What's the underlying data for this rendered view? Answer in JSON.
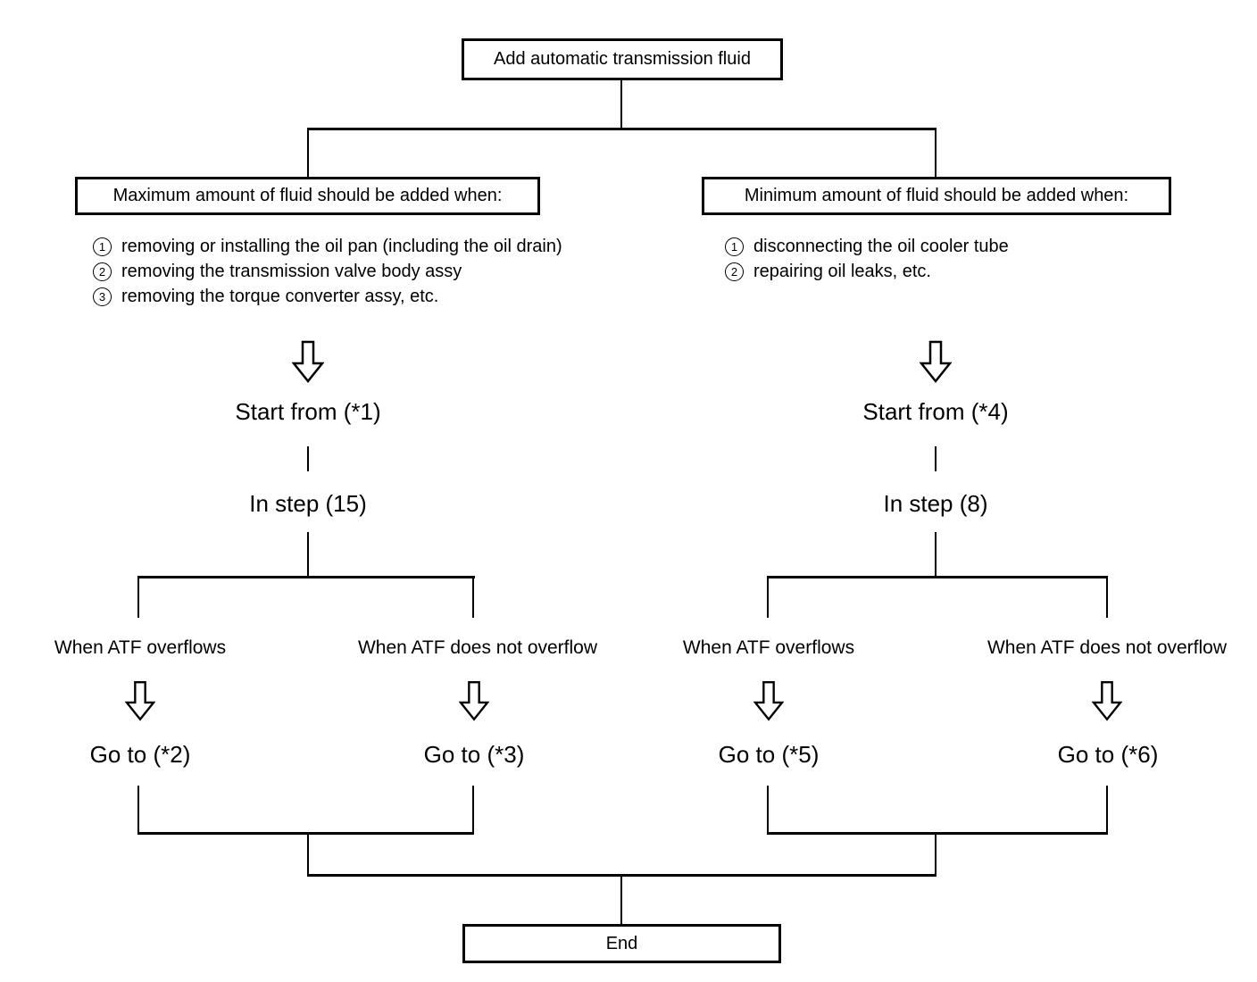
{
  "flow": {
    "title": "Add automatic transmission fluid",
    "end_label": "End",
    "colors": {
      "line": "#000000",
      "background": "#ffffff"
    },
    "left": {
      "header": "Maximum amount of fluid should be added when:",
      "items": [
        {
          "num": "1",
          "text": "removing or installing the oil pan (including the oil drain)"
        },
        {
          "num": "2",
          "text": "removing the transmission valve body assy"
        },
        {
          "num": "3",
          "text": "removing the torque converter assy, etc."
        }
      ],
      "start_label": "Start from (*1)",
      "step_label": "In step (15)",
      "outcomes": [
        {
          "condition": "When ATF overflows",
          "action": "Go to (*2)"
        },
        {
          "condition": "When ATF does not overflow",
          "action": "Go to (*3)"
        }
      ]
    },
    "right": {
      "header": "Minimum amount of fluid should be added when:",
      "items": [
        {
          "num": "1",
          "text": "disconnecting the oil cooler tube"
        },
        {
          "num": "2",
          "text": "repairing oil leaks, etc."
        }
      ],
      "start_label": "Start from (*4)",
      "step_label": "In step (8)",
      "outcomes": [
        {
          "condition": "When ATF overflows",
          "action": "Go to (*5)"
        },
        {
          "condition": "When ATF does not overflow",
          "action": "Go to (*6)"
        }
      ]
    }
  }
}
